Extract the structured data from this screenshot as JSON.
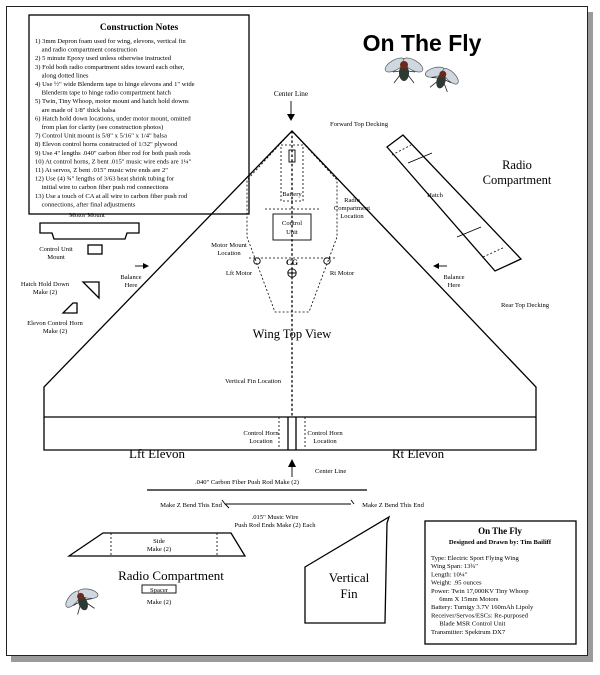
{
  "title": "On The Fly",
  "notes": {
    "heading": "Construction Notes",
    "lines": [
      "1) 3mm Depron foam used for wing, elevons, vertical fin",
      "    and radio compartment construction",
      "2) 5 minute Epoxy used unless otherwise instructed",
      "3) Fold both radio compartment sides toward each other,",
      "    along dotted lines",
      "4) Use ½\" wide Blenderm tape to hinge elevons and 1\" wide",
      "    Blenderm tape to hinge radio compartment hatch",
      "5) Twin, Tiny Whoop, motor mount and hatch hold downs",
      "    are made of 1/8\" thick balsa",
      "6) Hatch hold down locations, under motor mount, omitted",
      "    from plan for clarity (see construction photos)",
      "7) Control Unit mount is 5/8\" x 5/16\" x 1/4\" balsa",
      "8) Elevon control horns constructed of 1/32\" plywood",
      "9) Use 4\" lengths .040\" carbon fiber rod for both push rods",
      "10) At control horns, Z bent .015\" music wire ends are 1¼\"",
      "11) At servos, Z bent .015\" music wire ends are 2\"",
      "12) Use (4) ¾\" lengths of 3/63 heat shrink tubing for",
      "    initial wire to carbon fiber push rod connections",
      "13) Use a touch of CA at all wire to carbon fiber push rod",
      "    connections, after final adjustments"
    ]
  },
  "labels": {
    "center_line_top": "Center Line",
    "center_line_bottom": "Center Line",
    "forward_top_decking": "Forward Top Decking",
    "radio_compartment_title": [
      "Radio",
      "Compartment"
    ],
    "hatch": "Hatch",
    "rear_top_decking": "Rear Top Decking",
    "motor_mount": "Motor Mount",
    "control_unit_mount": [
      "Control Unit",
      "Mount"
    ],
    "hatch_hold_down": [
      "Hatch Hold Down",
      "Make (2)"
    ],
    "elevon_control_horn": [
      "Elevon Control Horn",
      "Make (2)"
    ],
    "balance_left": [
      "Balance",
      "Here"
    ],
    "balance_right": [
      "Balance",
      "Here"
    ],
    "battery": "Battery",
    "radio_compartment_location": [
      "Radio",
      "Compartment",
      "Location"
    ],
    "control_unit": [
      "Control",
      "Unit"
    ],
    "motor_mount_location": [
      "Motor Mount",
      "Location"
    ],
    "cg": "CG",
    "lft_motor": "Lft Motor",
    "rt_motor": "Rt Motor",
    "wing_top_view": "Wing Top View",
    "vertical_fin_location": "Vertical Fin Location",
    "control_horn_location_left": [
      "Control Horn",
      "Location"
    ],
    "control_horn_location_right": [
      "Control Horn",
      "Location"
    ],
    "lft_elevon": "Lft Elevon",
    "rt_elevon": "Rt Elevon",
    "push_rod": ".040\" Carbon Fiber Push Rod  Make (2)",
    "z_bend_left": "Make Z Bend This End",
    "z_bend_right": "Make Z Bend This End",
    "music_wire": [
      ".015\" Music Wire",
      "Push Rod Ends Make (2) Each"
    ],
    "side": [
      "Side",
      "Make (2)"
    ],
    "radio_compartment_bottom": "Radio Compartment",
    "spacer": "Spacer",
    "spacer_make": "Make (2)",
    "vertical_fin": [
      "Vertical",
      "Fin"
    ]
  },
  "specs": {
    "title": "On The Fly",
    "designer": "Designed and Drawn by: Tim Bailiff",
    "lines": [
      "Type: Electric Sport Flying Wing",
      "Wing Span: 13¾\"",
      "Length: 10¼\"",
      "Weight: .95 ounces",
      "Power: Twin 17,000KV Tiny Whoop",
      "           6mm X 15mm  Motors",
      "Battery: Turnigy 3.7V 160mAh Lipoly",
      "Receiver/Servos/ESCs: Re-purposed",
      "           Blade MSR Control Unit",
      "Transmitter: Spektrum  DX7"
    ]
  }
}
